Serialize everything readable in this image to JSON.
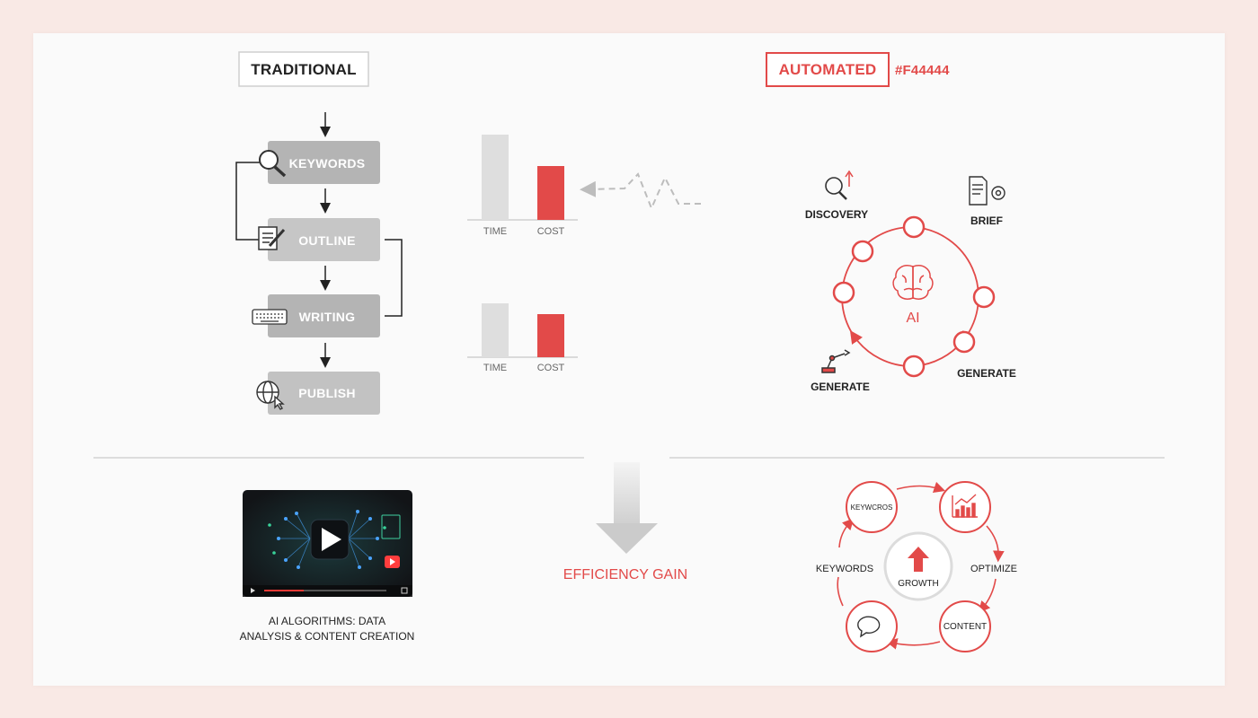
{
  "traditional": {
    "title": "TRADITIONAL",
    "steps": [
      "KEYWORDS",
      "OUTLINE",
      "WRITING",
      "PUBLISH"
    ]
  },
  "automated": {
    "title": "AUTOMATED",
    "color_code": "#F44444"
  },
  "colors": {
    "accent": "#f44444",
    "step_box": "#b9b9b9",
    "bar_gray": "#dedede",
    "bar_red": "#e24a49"
  },
  "bar_charts": [
    {
      "categories": [
        "TIME",
        "COST"
      ],
      "values": [
        95,
        60
      ]
    },
    {
      "categories": [
        "TIME",
        "COST"
      ],
      "values": [
        60,
        48
      ]
    }
  ],
  "ai_cycle": {
    "center": "AI",
    "labels": [
      "DISCOVERY",
      "BRIEF",
      "GENERATE",
      "GENERATE"
    ]
  },
  "efficiency": {
    "label": "EFFICIENCY GAIN"
  },
  "video": {
    "caption_line1": "AI ALGORITHMS: DATA",
    "caption_line2": "ANALYSIS & CONTENT CREATION"
  },
  "growth_cycle": {
    "center": "GROWTH",
    "node_keywords": "KEYWCROS",
    "node_content": "CONTENT",
    "label_keywords": "KEYWORDS",
    "label_optimize": "OPTIMIZE"
  }
}
